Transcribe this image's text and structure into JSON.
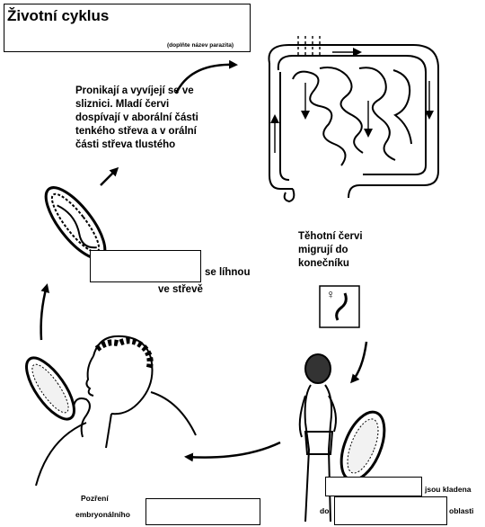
{
  "title": "Životní cyklus",
  "title_note": "(doplňte název parazita)",
  "labels": {
    "penetrate": [
      "Pronikají a vyvíjejí se ve",
      "sliznici. Mladí červi",
      "dospívají v aborální části",
      "tenkého střeva a v orální",
      "části střeva tlustého"
    ],
    "migrate": [
      "Těhotní červi",
      "migrují do",
      "konečníku"
    ],
    "hatch_1": "se líhnou",
    "hatch_2": "ve střevě",
    "ingest_1": "Pozření",
    "ingest_2": "embryonálního",
    "laid_1": "jsou kladena",
    "laid_2": "do",
    "laid_3": "oblasti",
    "female_symbol": "♀"
  }
}
